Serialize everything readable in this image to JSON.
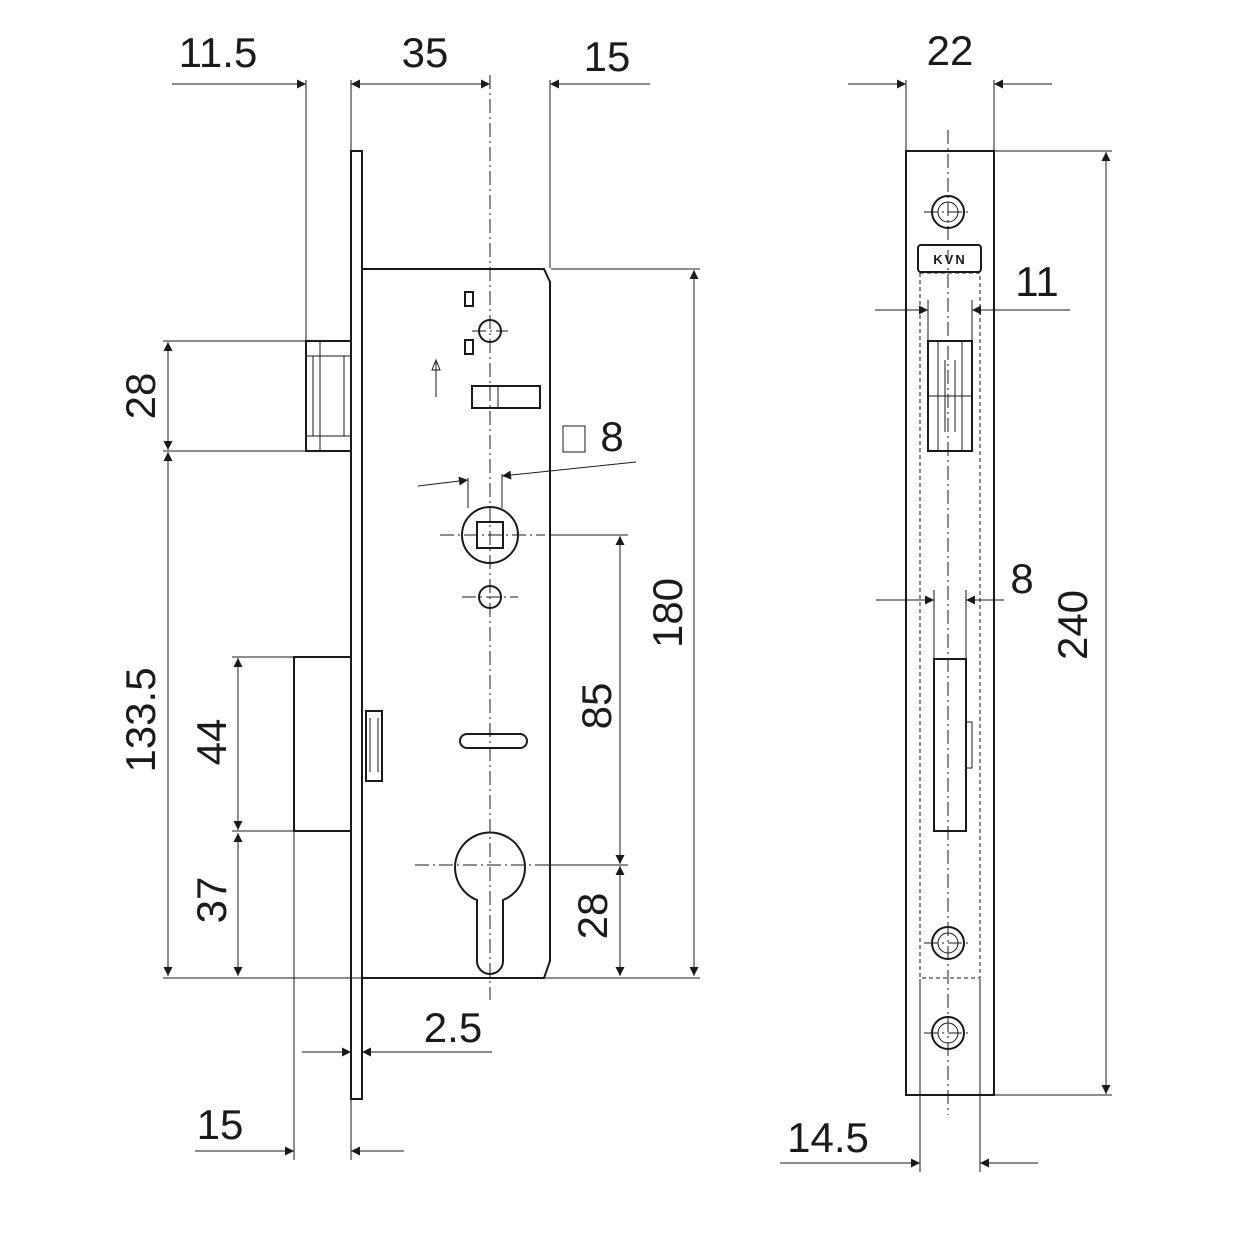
{
  "drawing": {
    "brand_mark": "KVN",
    "front_view": {
      "backset_offset": "11.5",
      "backset": "35",
      "edge_margin": "15",
      "latch_height": "28",
      "spindle_square": "8",
      "case_height": "180",
      "spindle_to_cylinder": "85",
      "bolt_to_bottom": "133.5",
      "bolt_height": "44",
      "bolt_offset": "37",
      "cylinder_offset": "28",
      "faceplate_thickness": "2.5",
      "bolt_throw": "15"
    },
    "edge_view": {
      "faceplate_width": "22",
      "latch_width": "11",
      "bolt_width": "8",
      "faceplate_height": "240",
      "case_width": "14.5"
    }
  }
}
